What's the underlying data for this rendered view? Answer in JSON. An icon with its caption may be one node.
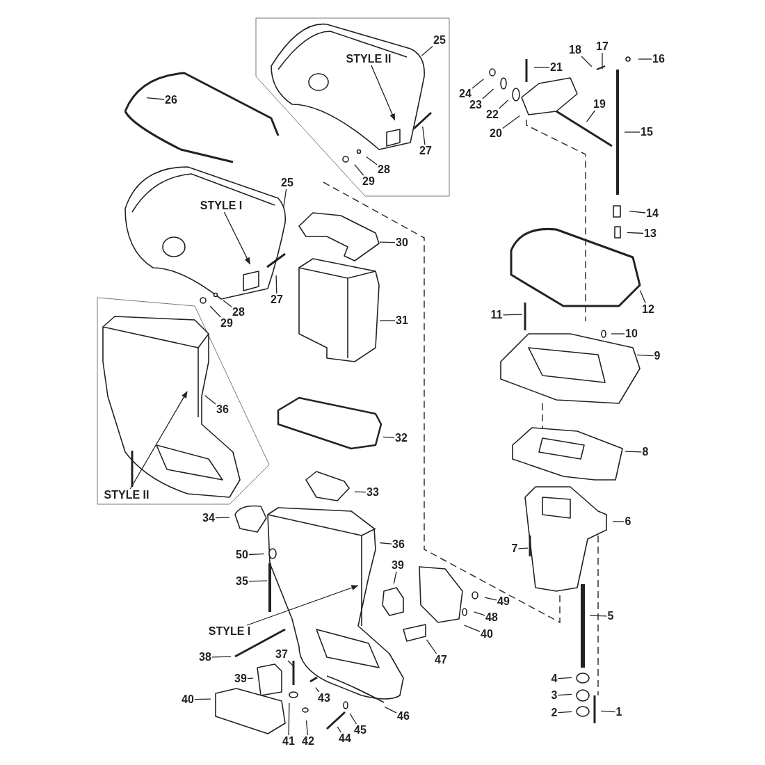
{
  "diagram": {
    "nodes": [
      {
        "text": [
          "25"
        ]
      },
      {
        "text": [
          "STYLE II"
        ]
      },
      {
        "text": [
          "18"
        ]
      },
      {
        "text": [
          "17"
        ]
      },
      {
        "text": [
          "16"
        ]
      },
      {
        "text": [
          "21"
        ]
      },
      {
        "text": [
          "24"
        ]
      },
      {
        "text": [
          "23"
        ]
      },
      {
        "text": [
          "22"
        ]
      },
      {
        "text": [
          "26"
        ]
      },
      {
        "text": [
          "19"
        ]
      },
      {
        "text": [
          "15"
        ]
      },
      {
        "text": [
          "20"
        ]
      },
      {
        "text": [
          "27"
        ]
      },
      {
        "text": [
          "28"
        ]
      },
      {
        "text": [
          "29"
        ]
      },
      {
        "text": [
          "25"
        ]
      },
      {
        "text": [
          "STYLE I"
        ]
      },
      {
        "text": [
          "14"
        ]
      },
      {
        "text": [
          "13"
        ]
      },
      {
        "text": [
          "30"
        ]
      },
      {
        "text": [
          "27"
        ]
      },
      {
        "text": [
          "12"
        ]
      },
      {
        "text": [
          "28"
        ]
      },
      {
        "text": [
          "11"
        ]
      },
      {
        "text": [
          "31"
        ]
      },
      {
        "text": [
          "29"
        ]
      },
      {
        "text": [
          "10"
        ]
      },
      {
        "text": [
          "9"
        ]
      },
      {
        "text": [
          "36"
        ]
      },
      {
        "text": [
          "32"
        ]
      },
      {
        "text": [
          "8"
        ]
      },
      {
        "text": [
          "33"
        ]
      },
      {
        "text": [
          "STYLE II"
        ]
      },
      {
        "text": [
          "34"
        ]
      },
      {
        "text": [
          "6"
        ]
      },
      {
        "text": [
          "36"
        ]
      },
      {
        "text": [
          "7"
        ]
      },
      {
        "text": [
          "50"
        ]
      },
      {
        "text": [
          "39"
        ]
      },
      {
        "text": [
          "35"
        ]
      },
      {
        "text": [
          "49"
        ]
      },
      {
        "text": [
          "5"
        ]
      },
      {
        "text": [
          "48"
        ]
      },
      {
        "text": [
          "STYLE I"
        ]
      },
      {
        "text": [
          "40"
        ]
      },
      {
        "text": [
          "37"
        ]
      },
      {
        "text": [
          "38"
        ]
      },
      {
        "text": [
          "47"
        ]
      },
      {
        "text": [
          "39"
        ]
      },
      {
        "text": [
          "4"
        ]
      },
      {
        "text": [
          "3"
        ]
      },
      {
        "text": [
          "40"
        ]
      },
      {
        "text": [
          "43"
        ]
      },
      {
        "text": [
          "1"
        ]
      },
      {
        "text": [
          "2"
        ]
      },
      {
        "text": [
          "46"
        ]
      },
      {
        "text": [
          "45"
        ]
      },
      {
        "text": [
          "44"
        ]
      },
      {
        "text": [
          "41"
        ]
      },
      {
        "text": [
          "42"
        ]
      }
    ],
    "edges": [
      {
        "from": 0,
        "to": null,
        "arrow": "none"
      },
      {
        "from": 1,
        "to": null,
        "arrow": "to"
      },
      {
        "from": 2,
        "to": null,
        "arrow": "none"
      },
      {
        "from": 3,
        "to": null,
        "arrow": "none"
      },
      {
        "from": 4,
        "to": null,
        "arrow": "none"
      },
      {
        "from": 5,
        "to": null,
        "arrow": "none"
      },
      {
        "from": 6,
        "to": null,
        "arrow": "none"
      },
      {
        "from": 7,
        "to": null,
        "arrow": "none"
      },
      {
        "from": 8,
        "to": null,
        "arrow": "none"
      },
      {
        "from": 9,
        "to": null,
        "arrow": "none"
      },
      {
        "from": 10,
        "to": null,
        "arrow": "none"
      },
      {
        "from": 11,
        "to": null,
        "arrow": "none"
      },
      {
        "from": 12,
        "to": null,
        "arrow": "none"
      },
      {
        "from": 13,
        "to": null,
        "arrow": "none"
      },
      {
        "from": 14,
        "to": null,
        "arrow": "none"
      },
      {
        "from": 15,
        "to": null,
        "arrow": "none"
      },
      {
        "from": 16,
        "to": null,
        "arrow": "none"
      },
      {
        "from": 17,
        "to": null,
        "arrow": "to"
      },
      {
        "from": 18,
        "to": null,
        "arrow": "none"
      },
      {
        "from": 19,
        "to": null,
        "arrow": "none"
      },
      {
        "from": 20,
        "to": null,
        "arrow": "none"
      },
      {
        "from": 21,
        "to": null,
        "arrow": "none"
      },
      {
        "from": 22,
        "to": null,
        "arrow": "none"
      },
      {
        "from": 23,
        "to": null,
        "arrow": "none"
      },
      {
        "from": 24,
        "to": null,
        "arrow": "none"
      },
      {
        "from": 25,
        "to": null,
        "arrow": "none"
      },
      {
        "from": 26,
        "to": null,
        "arrow": "none"
      },
      {
        "from": 27,
        "to": null,
        "arrow": "none"
      },
      {
        "from": 28,
        "to": null,
        "arrow": "none"
      },
      {
        "from": 29,
        "to": null,
        "arrow": "none"
      },
      {
        "from": 30,
        "to": null,
        "arrow": "none"
      },
      {
        "from": 31,
        "to": null,
        "arrow": "none"
      },
      {
        "from": 32,
        "to": null,
        "arrow": "none"
      },
      {
        "from": 33,
        "to": null,
        "arrow": "to"
      },
      {
        "from": 34,
        "to": null,
        "arrow": "none"
      },
      {
        "from": 35,
        "to": null,
        "arrow": "none"
      },
      {
        "from": 36,
        "to": null,
        "arrow": "none"
      },
      {
        "from": 37,
        "to": null,
        "arrow": "none"
      },
      {
        "from": 38,
        "to": null,
        "arrow": "none"
      },
      {
        "from": 39,
        "to": null,
        "arrow": "none"
      },
      {
        "from": 40,
        "to": null,
        "arrow": "none"
      },
      {
        "from": 41,
        "to": null,
        "arrow": "none"
      },
      {
        "from": 42,
        "to": null,
        "arrow": "none"
      },
      {
        "from": 43,
        "to": null,
        "arrow": "none"
      },
      {
        "from": 44,
        "to": null,
        "arrow": "to"
      },
      {
        "from": 45,
        "to": null,
        "arrow": "none"
      },
      {
        "from": 46,
        "to": null,
        "arrow": "none"
      },
      {
        "from": 47,
        "to": null,
        "arrow": "none"
      },
      {
        "from": 48,
        "to": null,
        "arrow": "none"
      },
      {
        "from": 49,
        "to": null,
        "arrow": "none"
      },
      {
        "from": 50,
        "to": null,
        "arrow": "none"
      },
      {
        "from": 51,
        "to": null,
        "arrow": "none"
      },
      {
        "from": 52,
        "to": null,
        "arrow": "none"
      },
      {
        "from": 53,
        "to": null,
        "arrow": "none"
      },
      {
        "from": 54,
        "to": null,
        "arrow": "none"
      },
      {
        "from": 55,
        "to": null,
        "arrow": "none"
      },
      {
        "from": 56,
        "to": null,
        "arrow": "none"
      },
      {
        "from": 57,
        "to": null,
        "arrow": "none"
      },
      {
        "from": 58,
        "to": null,
        "arrow": "none"
      },
      {
        "from": 59,
        "to": null,
        "arrow": "none"
      },
      {
        "from": 60,
        "to": null,
        "arrow": "none"
      }
    ]
  }
}
